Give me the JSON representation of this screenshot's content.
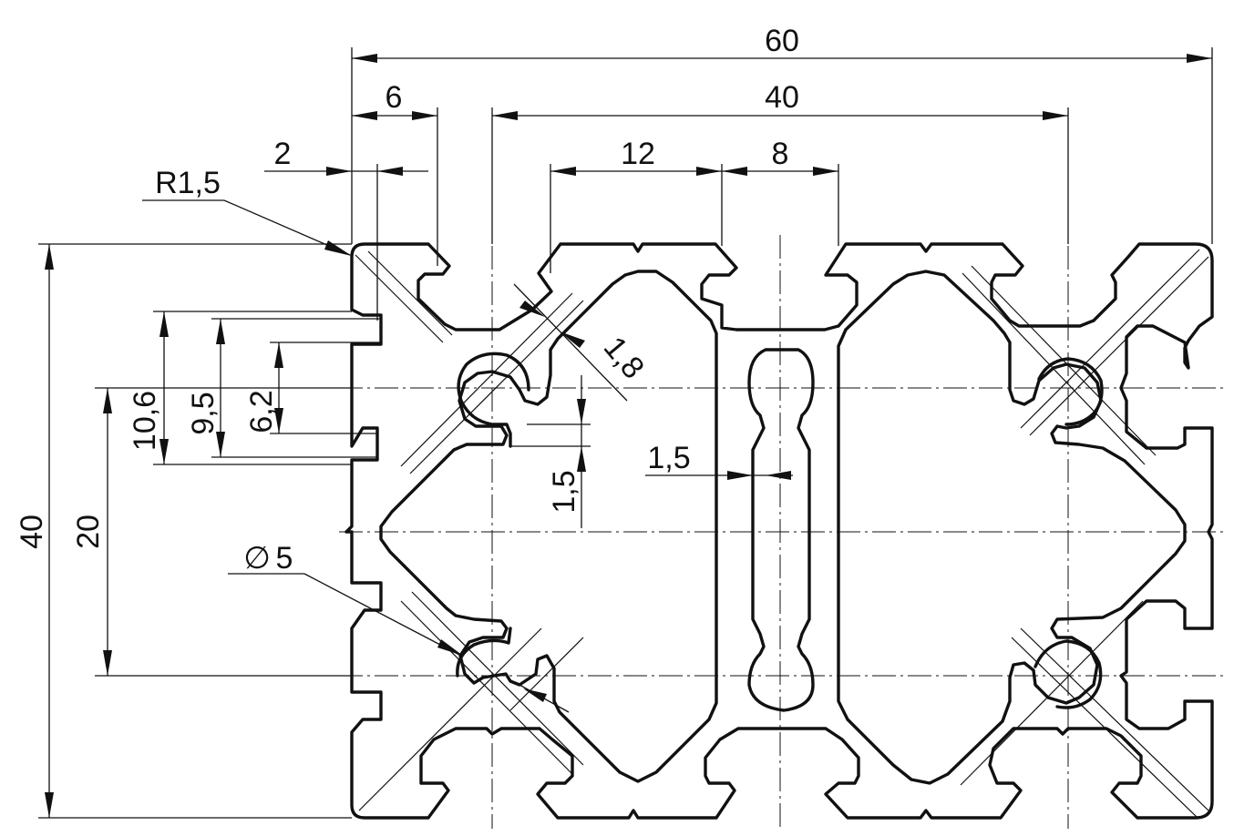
{
  "drawing": {
    "colors": {
      "line": "#111111",
      "background": "#ffffff"
    },
    "dimensions": {
      "overall_width": "60",
      "inner_width": "40",
      "slot_land": "6",
      "lip_width": "2",
      "corner_radius": "R1,5",
      "slot_inner": "12",
      "web_gap": "8",
      "wall_thickness": "1,8",
      "core_wall": "1,5",
      "slot_offset": "1,5",
      "slot_depth_outer": "10,6",
      "slot_depth_mid": "9,5",
      "slot_opening": "6,2",
      "overall_height": "40",
      "hole_pitch": "20",
      "hole_diameter": "5"
    },
    "symbols": {
      "diameter": "∅"
    }
  }
}
